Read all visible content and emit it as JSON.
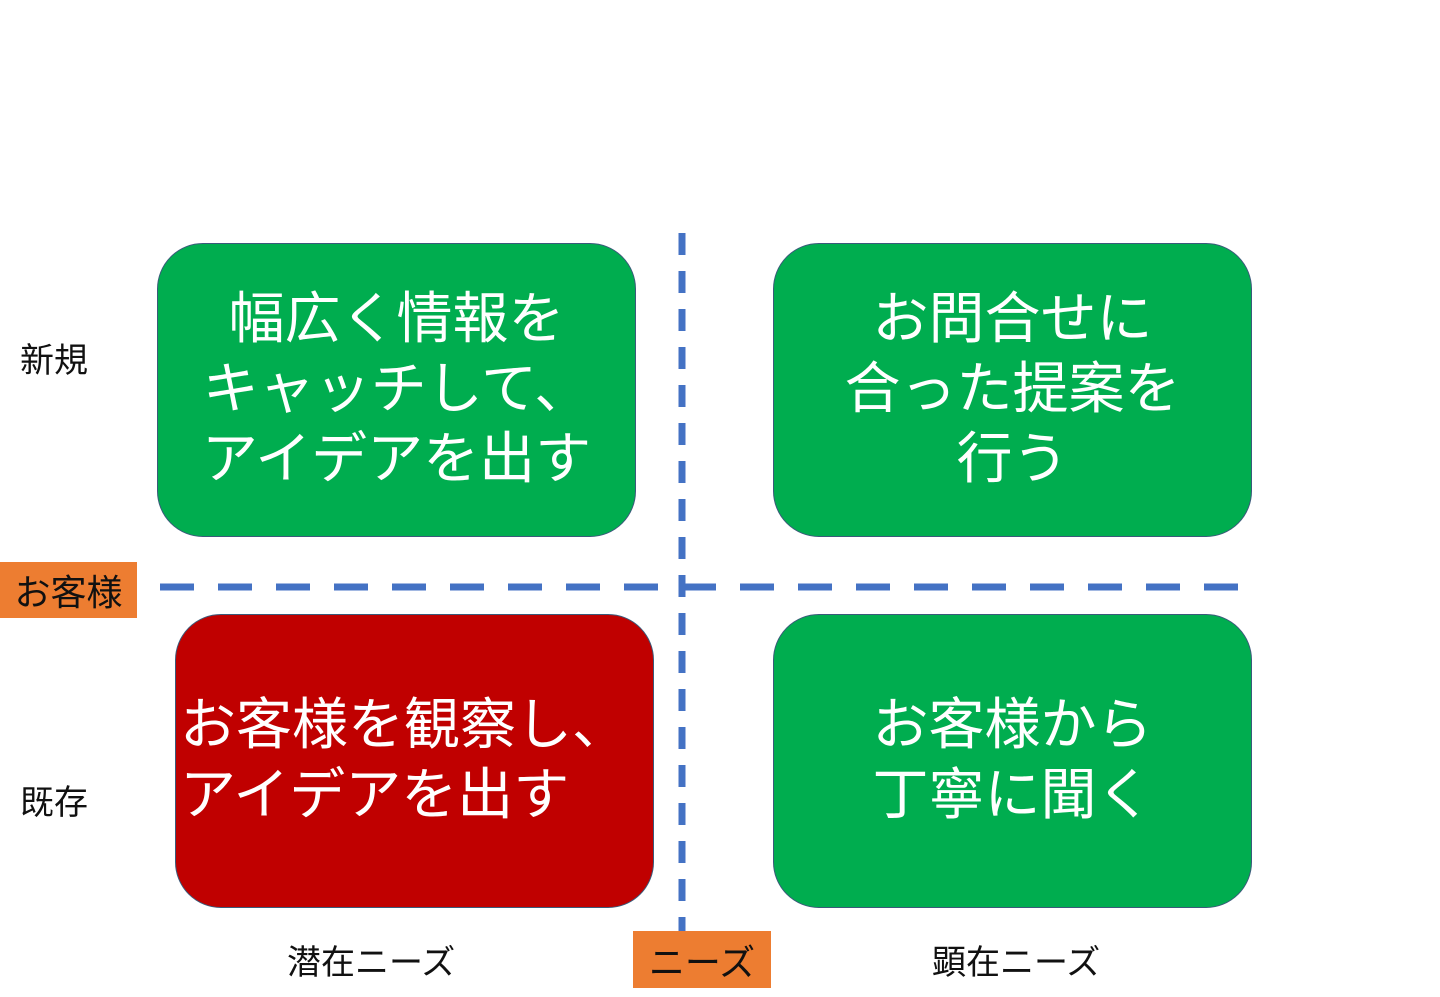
{
  "axes": {
    "vertical_title": "お客様",
    "horizontal_title": "ニーズ",
    "row_labels": [
      "新規",
      "既存"
    ],
    "column_labels": [
      "潜在ニーズ",
      "顕在ニーズ"
    ]
  },
  "quadrants": {
    "new_latent": {
      "lines": [
        "幅広く情報を",
        "キャッチして、",
        "アイデアを出す"
      ],
      "color": "#00ad4f"
    },
    "new_explicit": {
      "lines": [
        "お問合せに",
        "合った提案を",
        "行う"
      ],
      "color": "#00ad4f"
    },
    "existing_latent": {
      "lines": [
        "お客様を観察し、",
        "アイデアを出す"
      ],
      "color": "#c00000"
    },
    "existing_explicit": {
      "lines": [
        "お客様から",
        "丁寧に聞く"
      ],
      "color": "#00ad4f"
    }
  },
  "colors": {
    "divider": "#4472c4",
    "tag": "#ed7d31"
  }
}
